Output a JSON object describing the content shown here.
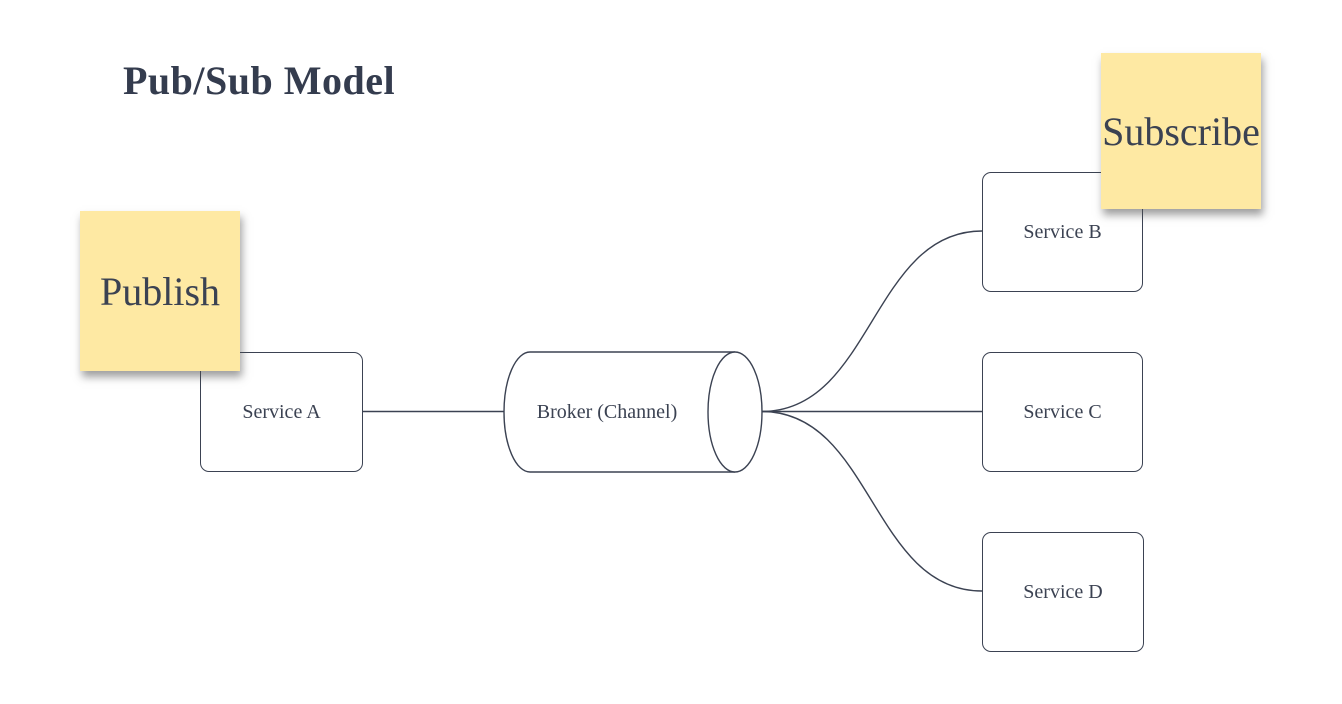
{
  "title": "Pub/Sub Model",
  "sticky_notes": {
    "publish": {
      "label": "Publish"
    },
    "subscribe": {
      "label": "Subscribe"
    }
  },
  "nodes": {
    "service_a": {
      "label": "Service A"
    },
    "broker": {
      "label": "Broker (Channel)"
    },
    "service_b": {
      "label": "Service B"
    },
    "service_c": {
      "label": "Service C"
    },
    "service_d": {
      "label": "Service D"
    }
  },
  "edges": [
    {
      "from": "service_a",
      "to": "broker"
    },
    {
      "from": "broker",
      "to": "service_b"
    },
    {
      "from": "broker",
      "to": "service_c"
    },
    {
      "from": "broker",
      "to": "service_d"
    }
  ],
  "colors": {
    "stroke": "#3b4252",
    "text": "#3b4252",
    "note_fill": "#fee9a3",
    "canvas": "#ffffff"
  }
}
